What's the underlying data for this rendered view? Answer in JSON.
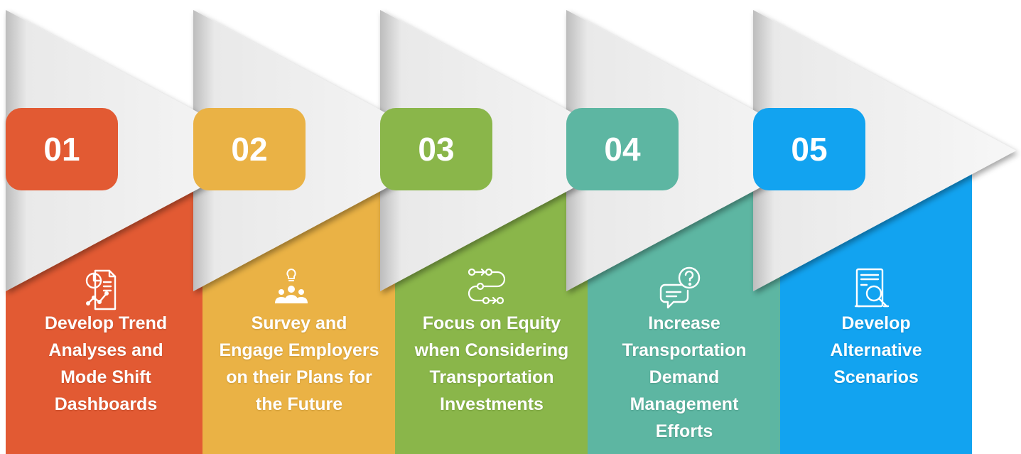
{
  "steps": [
    {
      "number": "01",
      "label": "Develop Trend\nAnalyses and\nMode Shift\nDashboards",
      "icon": "report-chart-icon",
      "color": "#E25A33"
    },
    {
      "number": "02",
      "label": "Survey and\nEngage Employers\non their Plans for\nthe Future",
      "icon": "team-idea-icon",
      "color": "#EAB245"
    },
    {
      "number": "03",
      "label": "Focus on Equity\nwhen Considering\nTransportation\nInvestments",
      "icon": "route-path-icon",
      "color": "#8AB64A"
    },
    {
      "number": "04",
      "label": "Increase\nTransportation\nDemand\nManagement\nEfforts",
      "icon": "chat-question-icon",
      "color": "#5DB6A2"
    },
    {
      "number": "05",
      "label": "Develop\nAlternative\nScenarios",
      "icon": "document-search-icon",
      "color": "#12A3F0"
    }
  ]
}
